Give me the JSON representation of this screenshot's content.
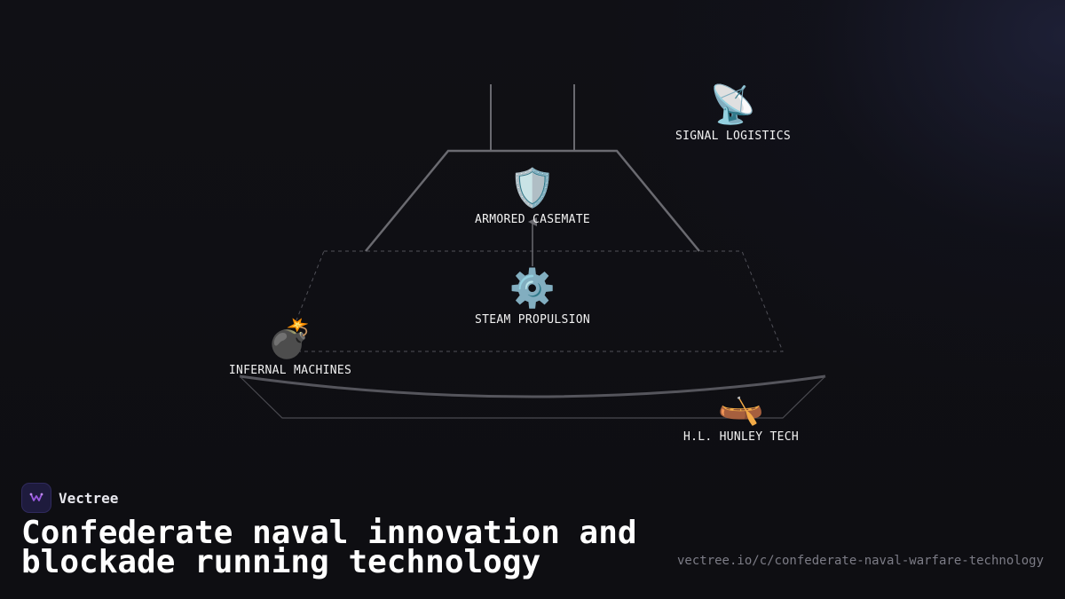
{
  "brand": {
    "name": "Vectree"
  },
  "title": "Confederate naval innovation and blockade running technology",
  "url": "vectree.io/c/confederate-naval-warfare-technology",
  "nodes": [
    {
      "id": "signal",
      "icon": "satellite-dish-icon",
      "emoji": "📡",
      "label": "SIGNAL LOGISTICS"
    },
    {
      "id": "casemate",
      "icon": "shield-icon",
      "emoji": "🛡️",
      "label": "ARMORED CASEMATE"
    },
    {
      "id": "steam",
      "icon": "gear-icon",
      "emoji": "⚙️",
      "label": "STEAM PROPULSION"
    },
    {
      "id": "infernal",
      "icon": "bomb-icon",
      "emoji": "💣",
      "label": "INFERNAL MACHINES"
    },
    {
      "id": "hunley",
      "icon": "canoe-icon",
      "emoji": "🛶",
      "label": "H.L. HUNLEY TECH"
    }
  ],
  "edges": [
    {
      "from": "STEAM PROPULSION",
      "to": "ARMORED CASEMATE"
    }
  ],
  "colors": {
    "background": "#0f0f13",
    "line": "#5c5c63",
    "brand_accent": "#8a4fd1"
  }
}
